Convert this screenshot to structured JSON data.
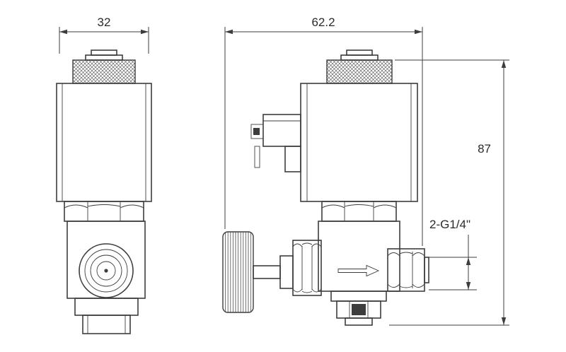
{
  "dimensions": {
    "front_width": "32",
    "side_width": "62.2",
    "overall_height": "87",
    "port_spec": "2-G1/4\""
  },
  "colors": {
    "line": "#3d3d3d",
    "background": "#ffffff"
  }
}
